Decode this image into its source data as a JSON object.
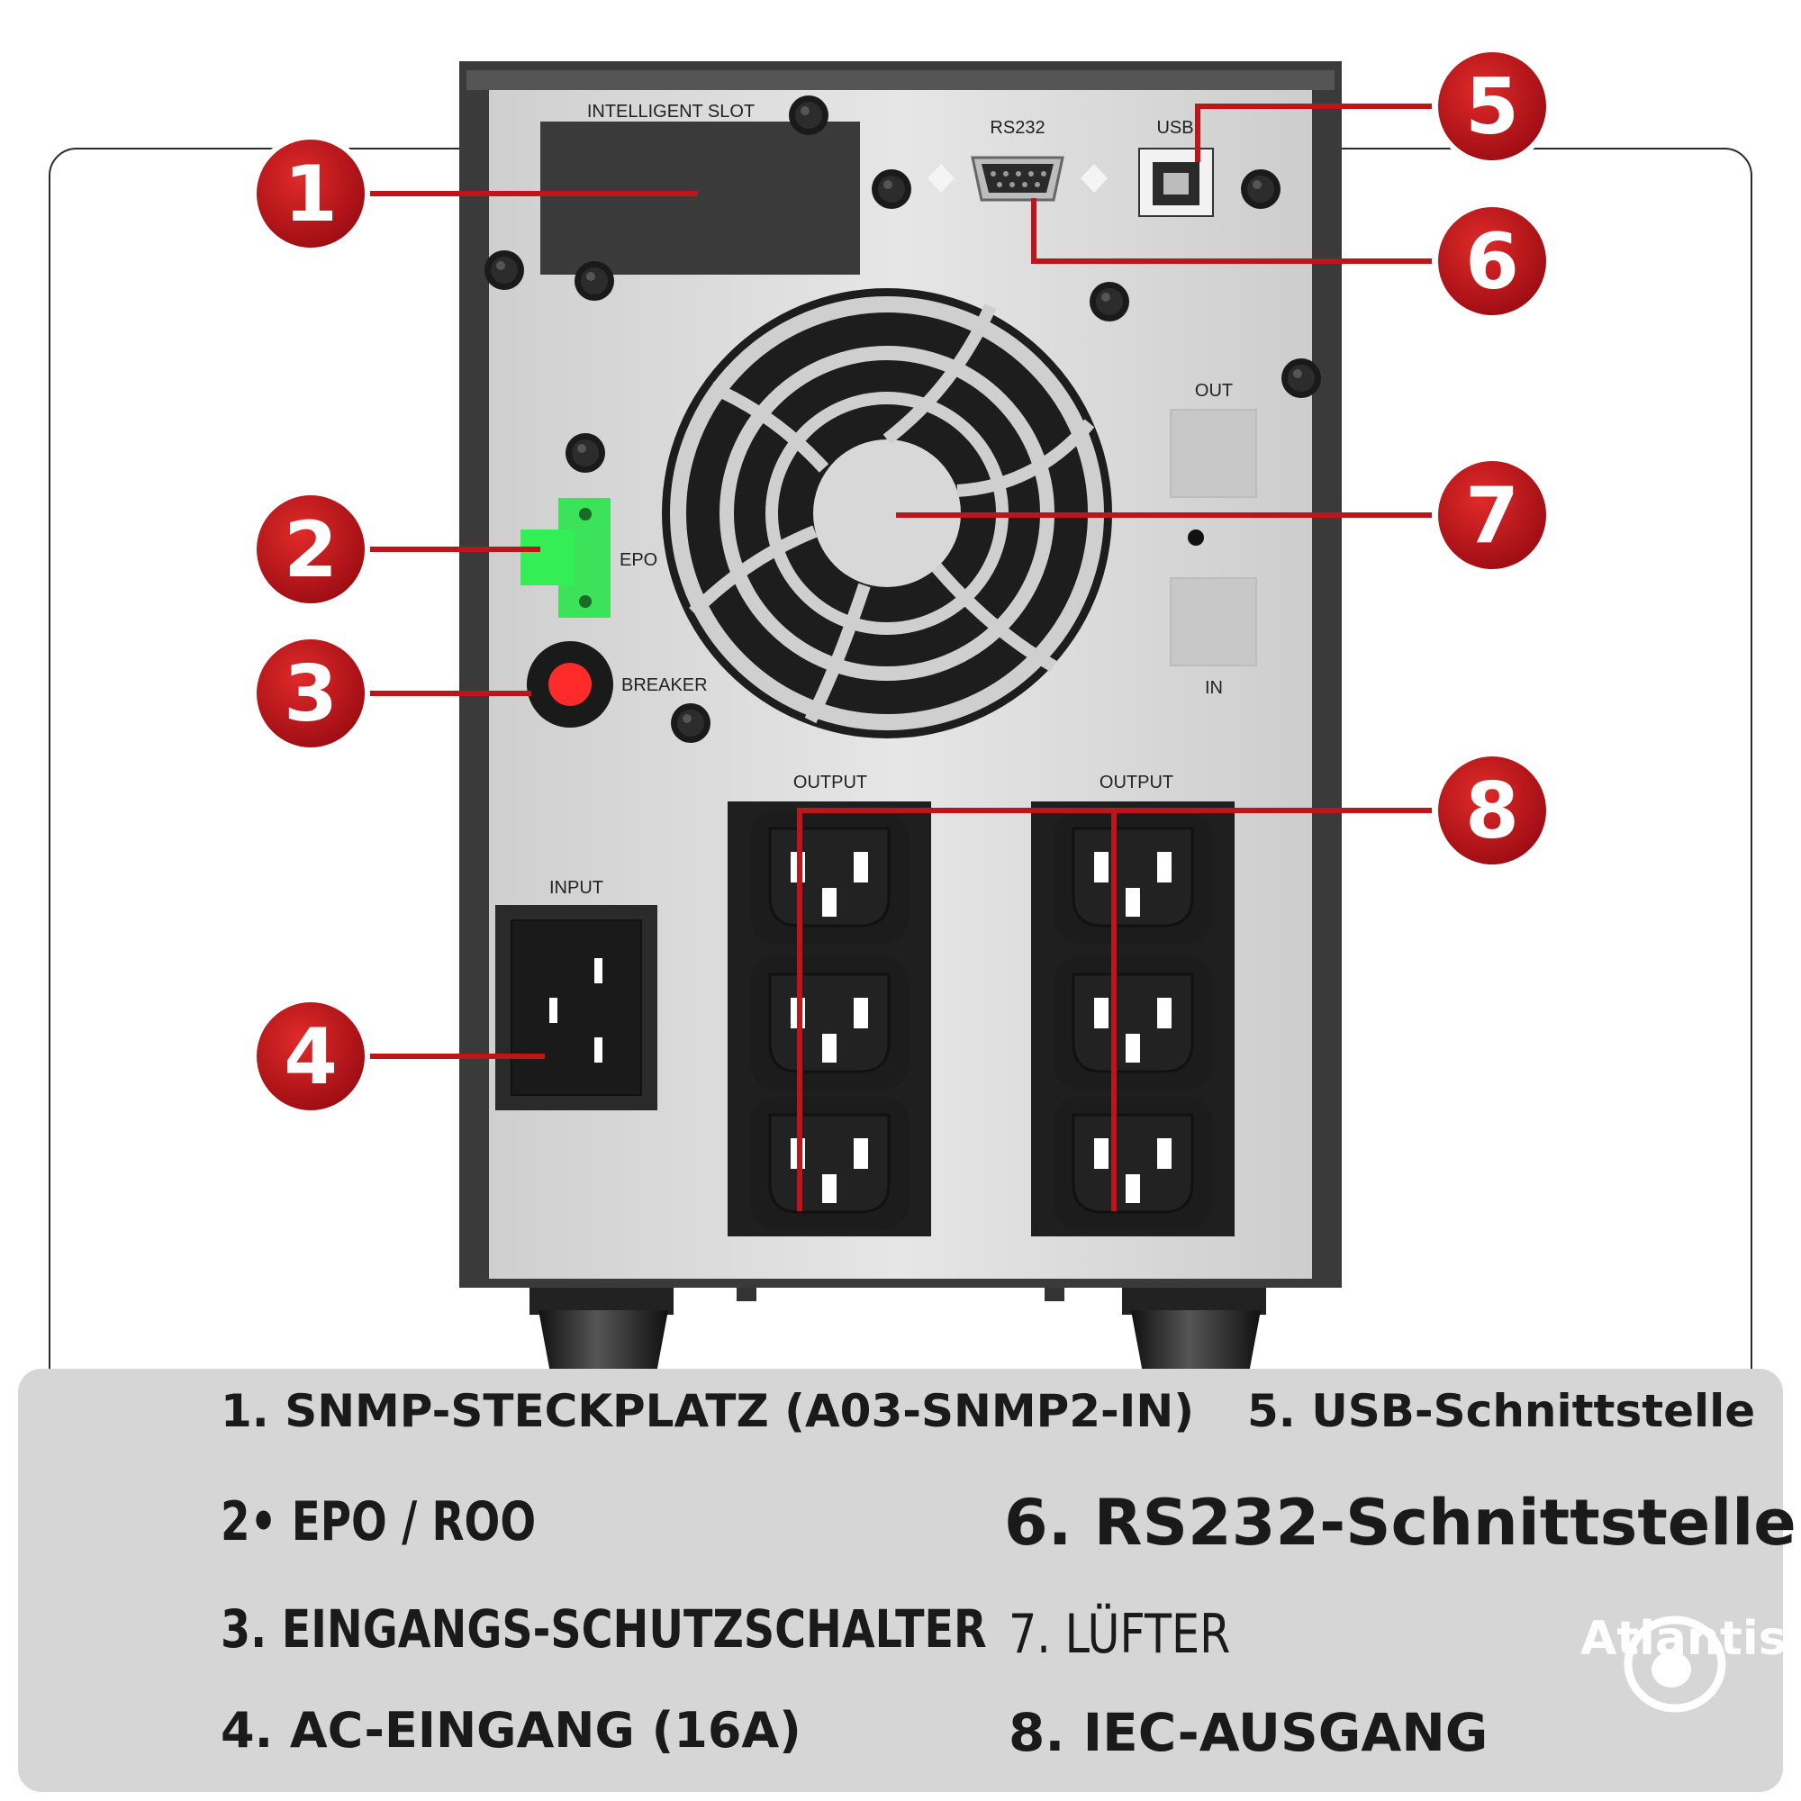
{
  "panel": {
    "labels": {
      "intelligent_slot": "INTELLIGENT SLOT",
      "rs232": "RS232",
      "usb": "USB",
      "out": "OUT",
      "in": "IN",
      "epo": "EPO",
      "breaker": "BREAKER",
      "output_left": "OUTPUT",
      "output_right": "OUTPUT",
      "input": "INPUT"
    }
  },
  "callouts": [
    "1",
    "2",
    "3",
    "4",
    "5",
    "6",
    "7",
    "8"
  ],
  "legend": {
    "item1": "1. SNMP-STECKPLATZ (A03-SNMP2-IN)",
    "item5": "5. USB-Schnittstelle",
    "item2": "2• EPO / ROO",
    "item6": "6. RS232-Schnittstelle",
    "item3": "3. EINGANGS-SCHUTZSCHALTER",
    "item7": "7. LÜFTER",
    "item4": "4. AC-EINGANG (16A)",
    "item8": "8. IEC-AUSGANG"
  },
  "brand": {
    "name": "Atlantis"
  },
  "colors": {
    "callout_red": "#c0141b",
    "connector_green": "#33ee55",
    "breaker_red": "#ff2a2a",
    "panel_grey": "#d9d9d9",
    "housing_dark": "#3a3a3a"
  }
}
